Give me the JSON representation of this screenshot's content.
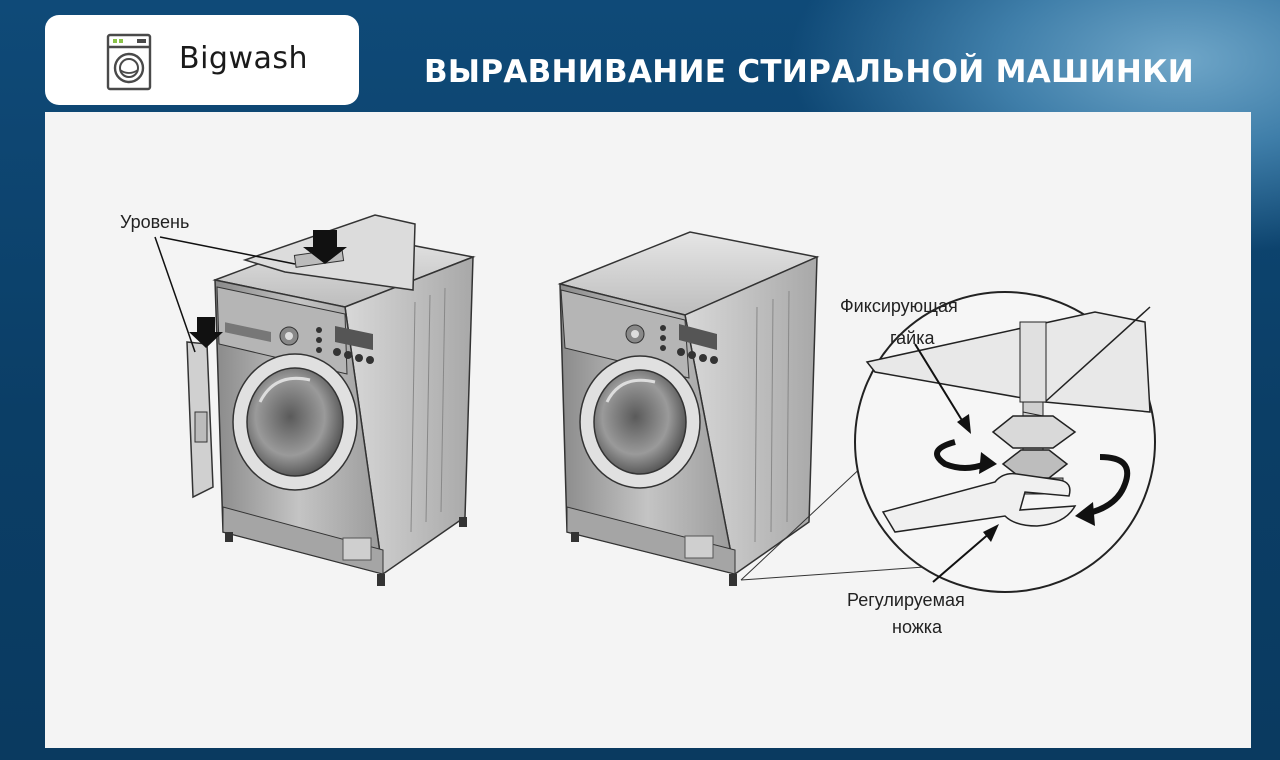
{
  "brand": {
    "name": "Bigwash",
    "icon": "washing-machine-icon",
    "icon_color": "#4a4a4a",
    "icon_accent": "#8bc34a"
  },
  "header": {
    "title": "ВЫРАВНИВАНИЕ СТИРАЛЬНОЙ МАШИНКИ"
  },
  "diagram": {
    "labels": {
      "level": "Уровень",
      "lock_nut_1": "Фиксирующая",
      "lock_nut_2": "гайка",
      "adjustable_foot_1": "Регулируемая",
      "adjustable_foot_2": "ножка"
    }
  },
  "colors": {
    "background": "#0f4a78",
    "panel": "#f4f4f4",
    "title": "#ffffff"
  }
}
